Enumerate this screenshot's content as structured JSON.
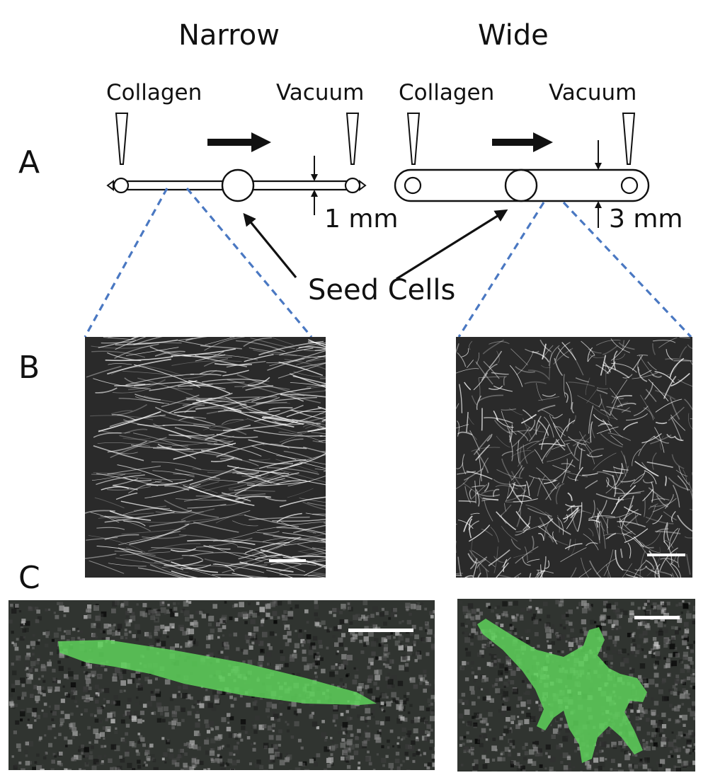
{
  "columns": {
    "narrow": "Narrow",
    "wide": "Wide"
  },
  "panel_labels": {
    "a": "A",
    "b": "B",
    "c": "C"
  },
  "narrow_device": {
    "inlet": "Collagen",
    "outlet": "Vacuum",
    "width_label": "1 mm"
  },
  "wide_device": {
    "inlet": "Collagen",
    "outlet": "Vacuum",
    "width_label": "3 mm"
  },
  "seed_label": "Seed Cells",
  "colors": {
    "zoom_line": "#4a78c2",
    "cell": "#5ed25a",
    "micrograph_bg": "#2a2a2a",
    "ink": "#111111"
  },
  "micrographs": {
    "narrow_fibers": {
      "fiber_orientation": "aligned horizontal",
      "scale_bar": true
    },
    "wide_fibers": {
      "fiber_orientation": "random",
      "scale_bar": true
    },
    "narrow_cell": {
      "cell_shape": "elongated",
      "scale_bar": true
    },
    "wide_cell": {
      "cell_shape": "branched",
      "scale_bar": true
    }
  }
}
